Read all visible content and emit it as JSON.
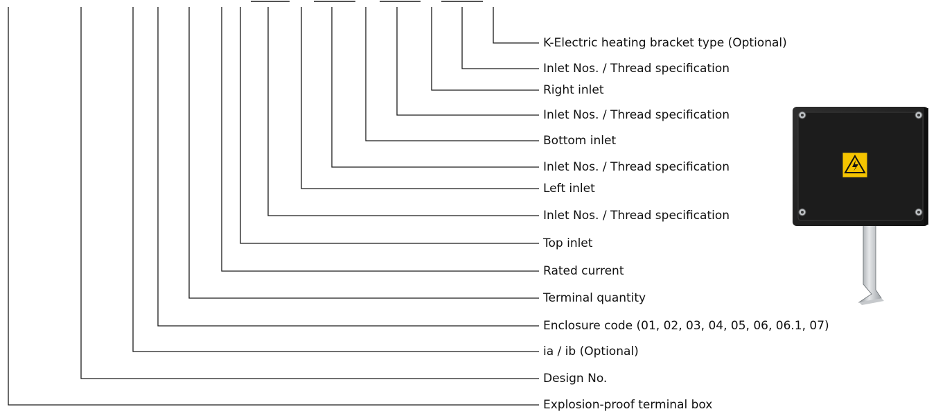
{
  "codes": [
    {
      "label": "K-Electric heating bracket type (Optional)"
    },
    {
      "label": "Inlet Nos. / Thread specification"
    },
    {
      "label": "Right inlet"
    },
    {
      "label": "Inlet Nos. / Thread specification"
    },
    {
      "label": "Bottom inlet"
    },
    {
      "label": "Inlet Nos. / Thread specification"
    },
    {
      "label": "Left inlet"
    },
    {
      "label": "Inlet Nos. / Thread specification"
    },
    {
      "label": "Top inlet"
    },
    {
      "label": "Rated current"
    },
    {
      "label": "Terminal quantity"
    },
    {
      "label": "Enclosure code (01, 02, 03, 04, 05, 06, 06.1, 07)"
    },
    {
      "label": "ia / ib (Optional)"
    },
    {
      "label": "Design No."
    },
    {
      "label": "Explosion-proof terminal box"
    }
  ],
  "product_image": {
    "icon": "junction-box-with-bracket",
    "warning_symbol": "high-voltage-warning-icon"
  },
  "colors": {
    "line": "#1a1a1a",
    "box": "#232323",
    "label_yellow": "#f5c400",
    "bracket": "#b8bcc0"
  }
}
